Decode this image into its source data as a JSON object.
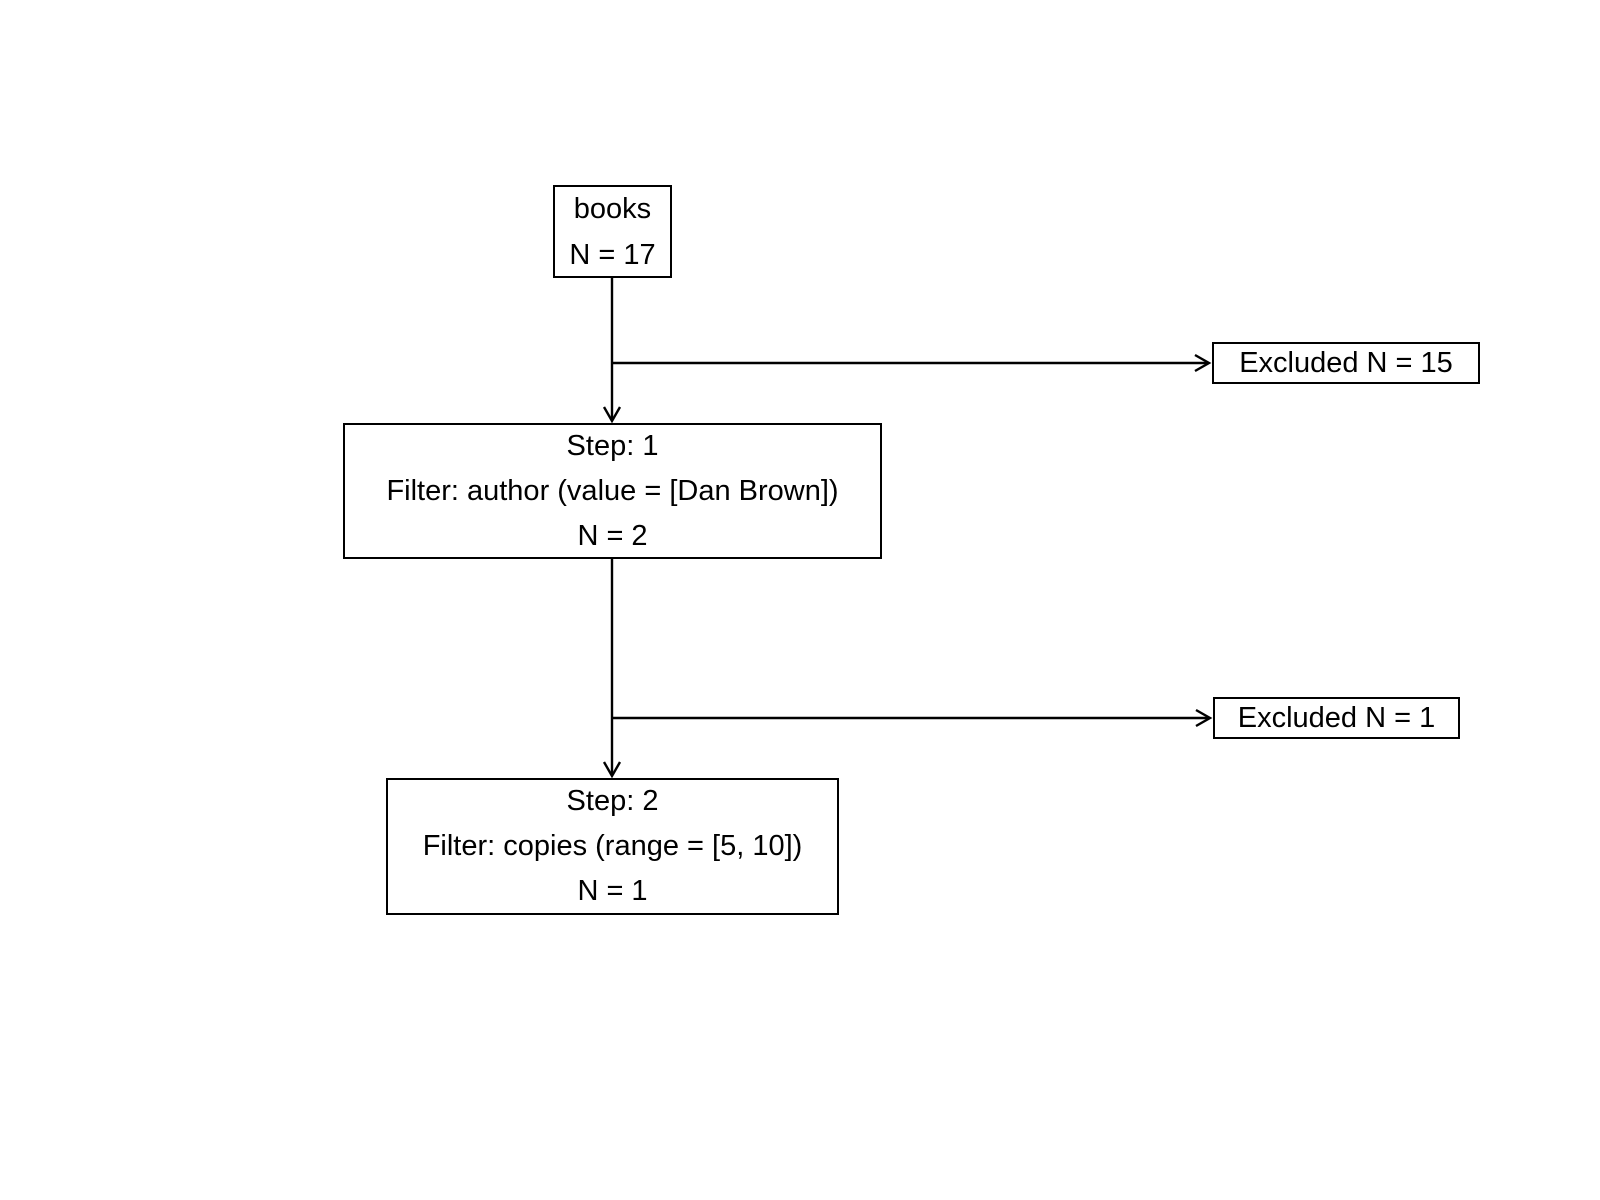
{
  "colors": {
    "background": "#ffffff",
    "line": "#000000",
    "box_border": "#000000",
    "box_fill": "#ffffff",
    "text": "#000000"
  },
  "flowchart": {
    "source": {
      "name": "books",
      "count_label": "N = 17"
    },
    "steps": [
      {
        "title": "Step: 1",
        "filter": "Filter: author (value = [Dan Brown])",
        "count_label": "N = 2",
        "excluded_label": "Excluded N = 15"
      },
      {
        "title": "Step: 2",
        "filter": "Filter: copies (range = [5, 10])",
        "count_label": "N = 1",
        "excluded_label": "Excluded N = 1"
      }
    ]
  }
}
